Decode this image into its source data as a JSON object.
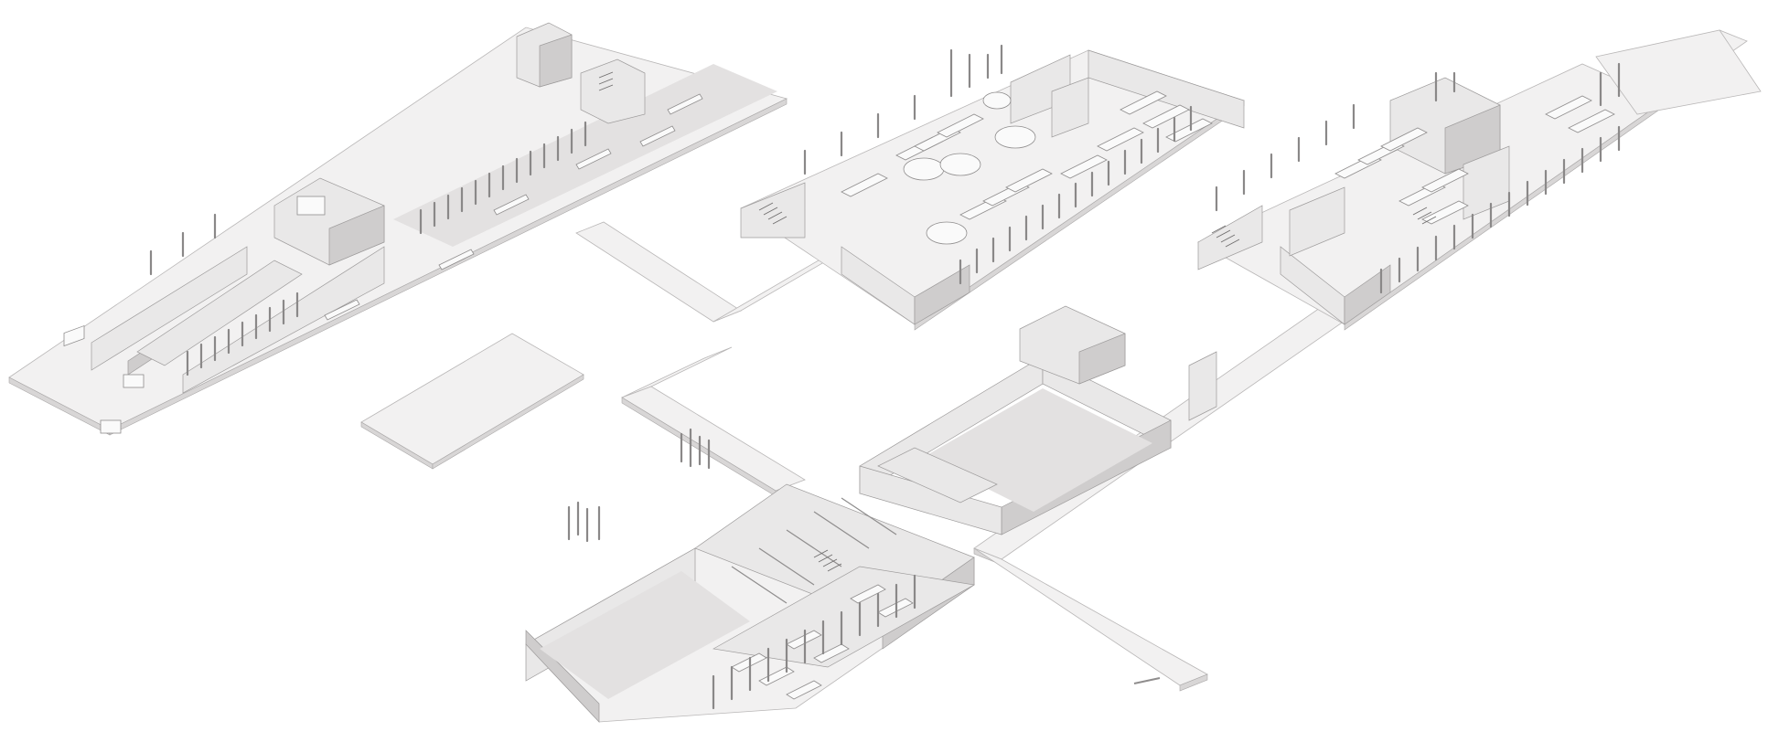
{
  "drawing": {
    "kind": "axonometric-floor-plan",
    "colors": {
      "background": "#ffffff",
      "slab_top": "#f2f1f1",
      "slab_side": "#d8d6d6",
      "wall": "#e9e8e8",
      "line": "#9d9b9b"
    },
    "blocks": [
      "west-wing",
      "central-office-block",
      "east-office-block",
      "south-block",
      "courtyard-block",
      "detached-slab",
      "connecting-corridors"
    ]
  }
}
